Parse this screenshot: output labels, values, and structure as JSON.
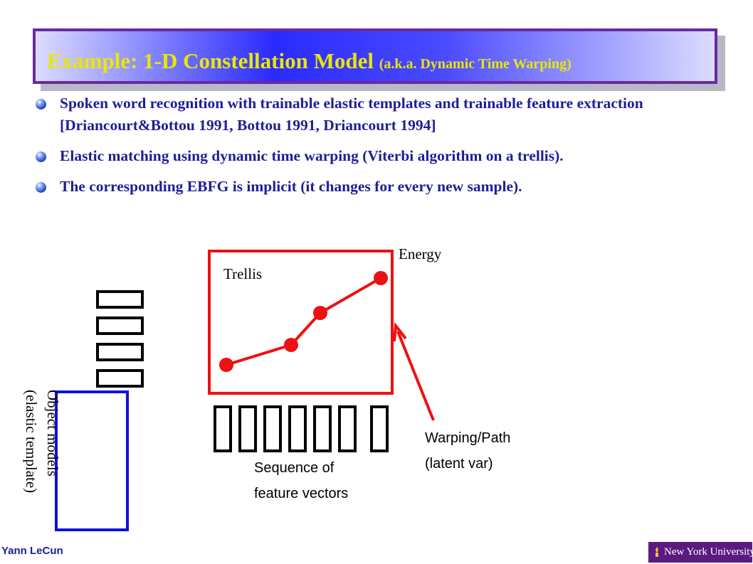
{
  "title": {
    "main": "Example: 1-D Constellation Model ",
    "sub": "(a.k.a. Dynamic Time Warping)"
  },
  "bullets": [
    "Spoken word recognition with trainable elastic templates and trainable feature extraction [Driancourt&Bottou 1991, Bottou 1991, Driancourt 1994]",
    "Elastic matching using dynamic time warping (Viterbi algorithm on a trellis).",
    "The corresponding EBFG is implicit (it changes for every new sample)."
  ],
  "diagram": {
    "energy_label": "Energy",
    "trellis_label": "Trellis",
    "object_models_label_1": "Object models",
    "object_models_label_2": "(elastic template)",
    "sequence_label_1": "Sequence of",
    "sequence_label_2": "feature vectors",
    "warping_label_1": "Warping/Path",
    "warping_label_2": "(latent var)",
    "colors": {
      "trellis": "#ee1111",
      "template": "#1111dd",
      "feature": "#000000"
    }
  },
  "footer": {
    "author": "Yann LeCun",
    "logo_text": "New York University"
  }
}
